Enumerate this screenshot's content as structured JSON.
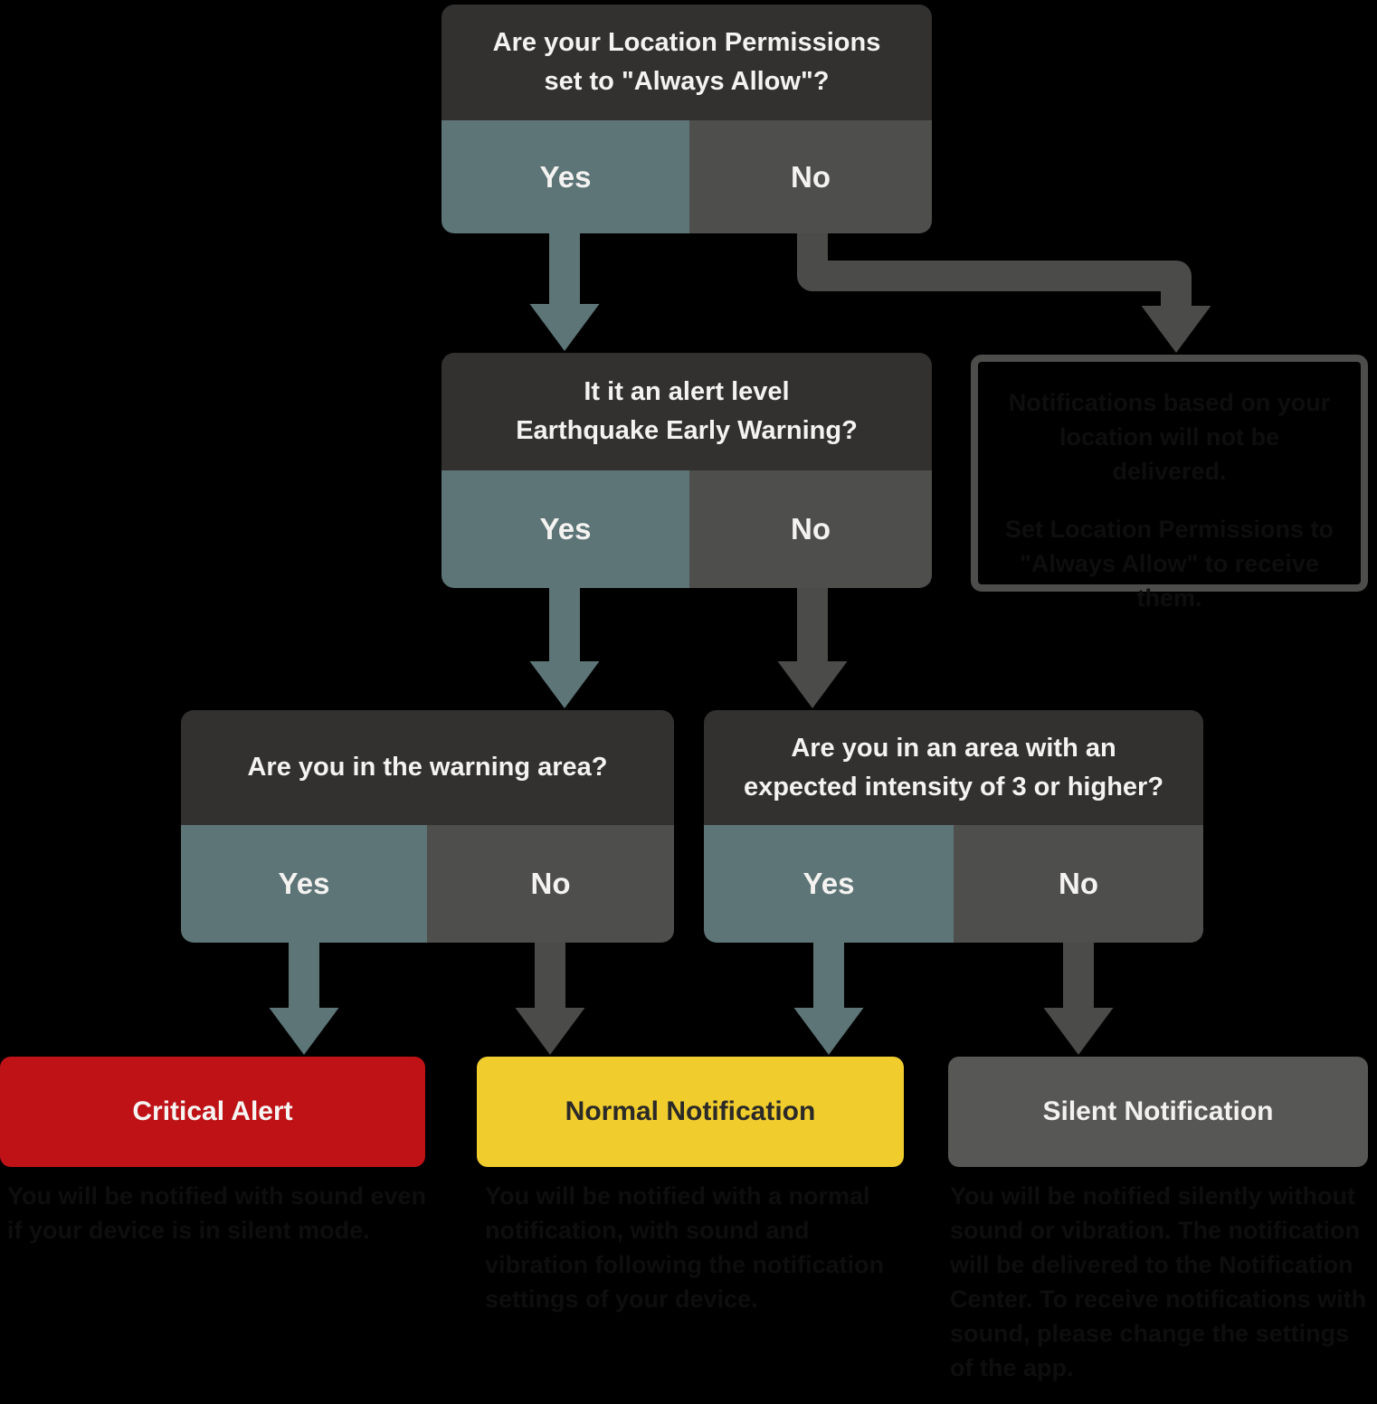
{
  "colors": {
    "background": "#000000",
    "question_header": "#323130",
    "question_text": "#f4f3f1",
    "yes_cell": "#5d7577",
    "no_cell": "#4e4e4d",
    "arrow_yes": "#5d7577",
    "arrow_no": "#4b4b4a",
    "critical": "#bf1217",
    "normal": "#f0cd2d",
    "silent": "#575756",
    "info_border": "#4d4d4c",
    "hidden_text": "#0e0e0e"
  },
  "nodes": {
    "q1": {
      "question": "Are your Location Permissions\nset to \"Always Allow\"?",
      "yes": "Yes",
      "no": "No"
    },
    "q2": {
      "question": "It it an alert level\nEarthquake Early Warning?",
      "yes": "Yes",
      "no": "No"
    },
    "q3": {
      "question": "Are you in the warning area?",
      "yes": "Yes",
      "no": "No"
    },
    "q4": {
      "question": "Are you in an area with an\nexpected intensity of 3 or higher?",
      "yes": "Yes",
      "no": "No"
    }
  },
  "info_box": {
    "paragraph1": "Notifications based on your location will not be delivered.",
    "paragraph2": "Set Location Permissions to \"Always Allow\" to receive them."
  },
  "outcomes": [
    {
      "label": "Critical Alert",
      "caption": "You will be notified with sound even if your device is in silent mode."
    },
    {
      "label": "Normal Notification",
      "caption": "You will be notified with a normal notification, with sound and vibration following the notification settings of your device."
    },
    {
      "label": "Silent Notification",
      "caption": "You will be notified silently without sound or vibration. The notification will be delivered to the Notification Center. To receive notifications with sound, please change the settings of the app."
    }
  ]
}
